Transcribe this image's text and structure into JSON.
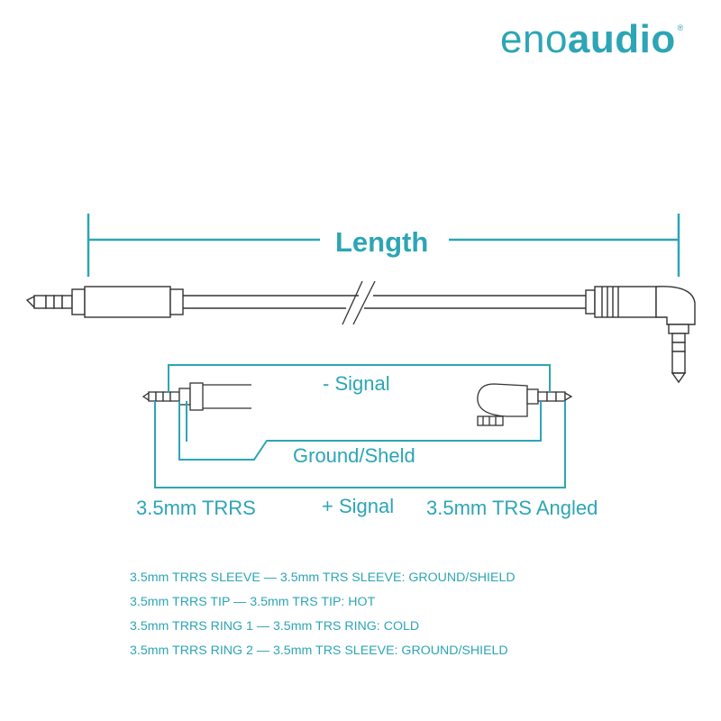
{
  "brand": {
    "name_light": "eno",
    "name_bold": "audio",
    "registered": "®"
  },
  "diagram": {
    "length_label": "Length",
    "minus_signal_label": "- Signal",
    "ground_label": "Ground/Sheld",
    "plus_signal_label": "+ Signal",
    "left_connector_label": "3.5mm TRRS",
    "right_connector_label": "3.5mm TRS Angled"
  },
  "notes": [
    "3.5mm TRRS SLEEVE — 3.5mm TRS SLEEVE: GROUND/SHIELD",
    "3.5mm TRRS TIP — 3.5mm TRS TIP: HOT",
    "3.5mm TRRS RING 1 — 3.5mm TRS RING: COLD",
    "3.5mm TRRS RING 2 — 3.5mm TRS SLEEVE: GROUND/SHIELD"
  ],
  "colors": {
    "accent": "#2da5b5",
    "line": "#333333"
  }
}
